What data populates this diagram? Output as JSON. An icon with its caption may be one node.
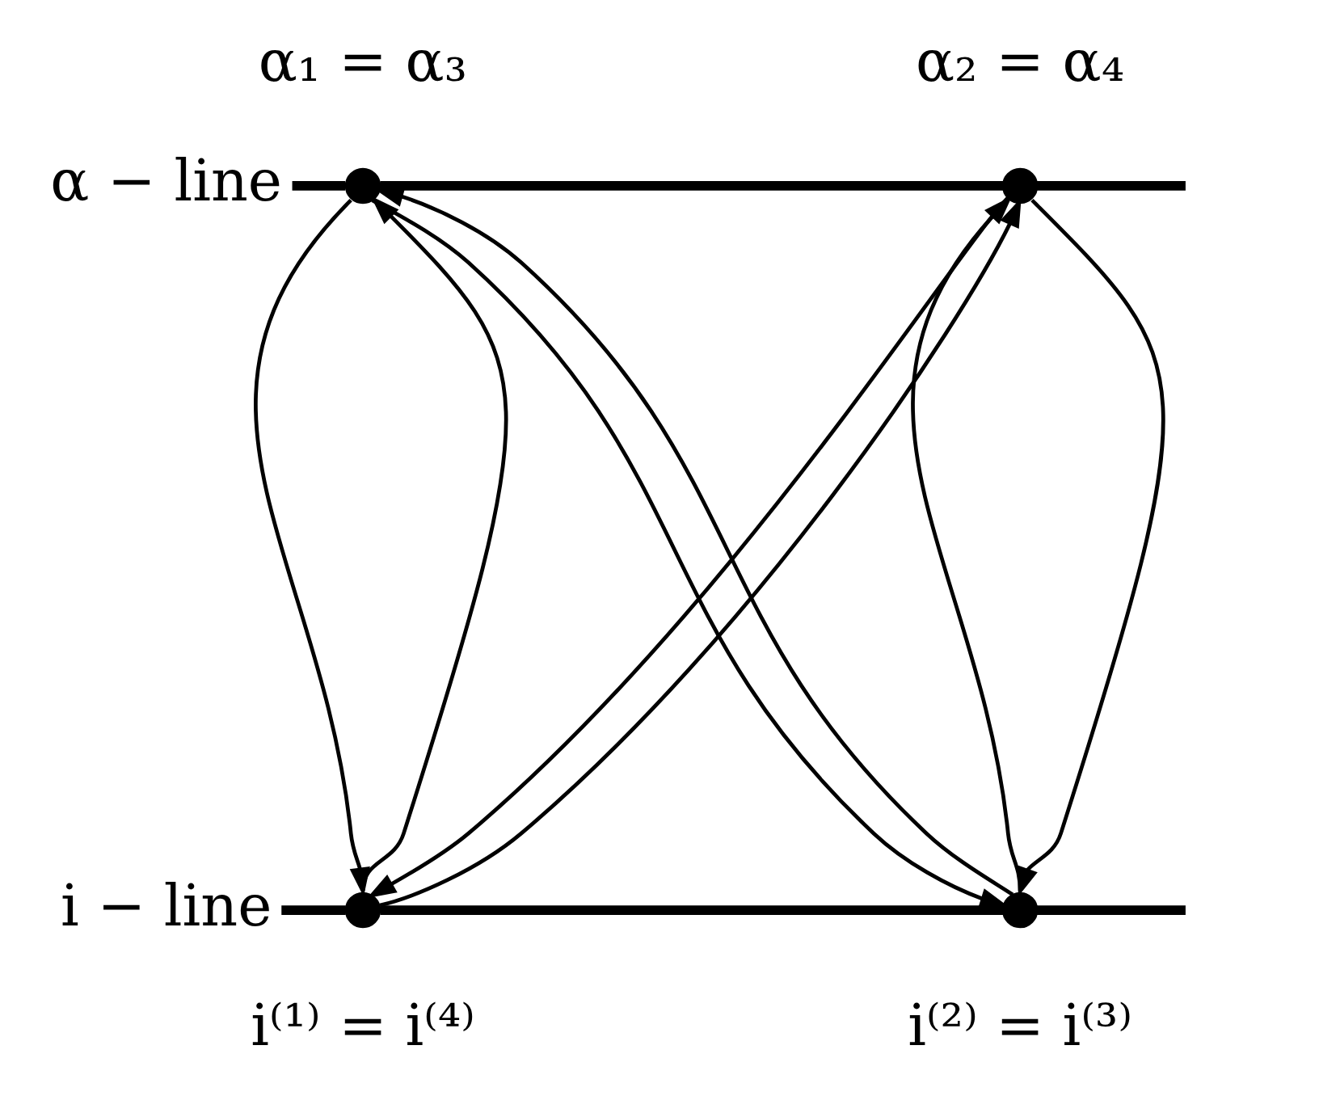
{
  "diagram": {
    "nodes": [
      {
        "text": [
          "α − line"
        ]
      },
      {
        "text": [],
        "shape": "circle",
        "beside": [
          "α₁ = α₃"
        ]
      },
      {
        "text": [],
        "shape": "circle",
        "beside": [
          "α₂ = α₄"
        ]
      },
      {
        "text": [
          "i − line"
        ]
      },
      {
        "text": [],
        "shape": "circle",
        "beside": [
          "i⁽¹⁾ = i⁽⁴⁾"
        ]
      },
      {
        "text": [],
        "shape": "circle",
        "beside": [
          "i⁽²⁾ = i⁽³⁾"
        ]
      }
    ],
    "edges": [
      {
        "from": 0,
        "to": 1,
        "arrow": "none",
        "style": "thick"
      },
      {
        "from": 1,
        "to": 2,
        "arrow": "none",
        "style": "thick"
      },
      {
        "from": 2,
        "to": null,
        "arrow": "none",
        "style": "thick"
      },
      {
        "from": 3,
        "to": 4,
        "arrow": "none",
        "style": "thick"
      },
      {
        "from": 4,
        "to": 5,
        "arrow": "none",
        "style": "thick"
      },
      {
        "from": 5,
        "to": null,
        "arrow": "none",
        "style": "thick"
      },
      {
        "from": 1,
        "to": 4,
        "arrow": "to"
      },
      {
        "from": 4,
        "to": 1,
        "arrow": "to"
      },
      {
        "from": 1,
        "to": 5,
        "arrow": "to"
      },
      {
        "from": 5,
        "to": 1,
        "arrow": "to"
      },
      {
        "from": 4,
        "to": 2,
        "arrow": "to"
      },
      {
        "from": 2,
        "to": 4,
        "arrow": "to"
      },
      {
        "from": 5,
        "to": 2,
        "arrow": "to"
      },
      {
        "from": 2,
        "to": 5,
        "arrow": "to"
      }
    ]
  }
}
